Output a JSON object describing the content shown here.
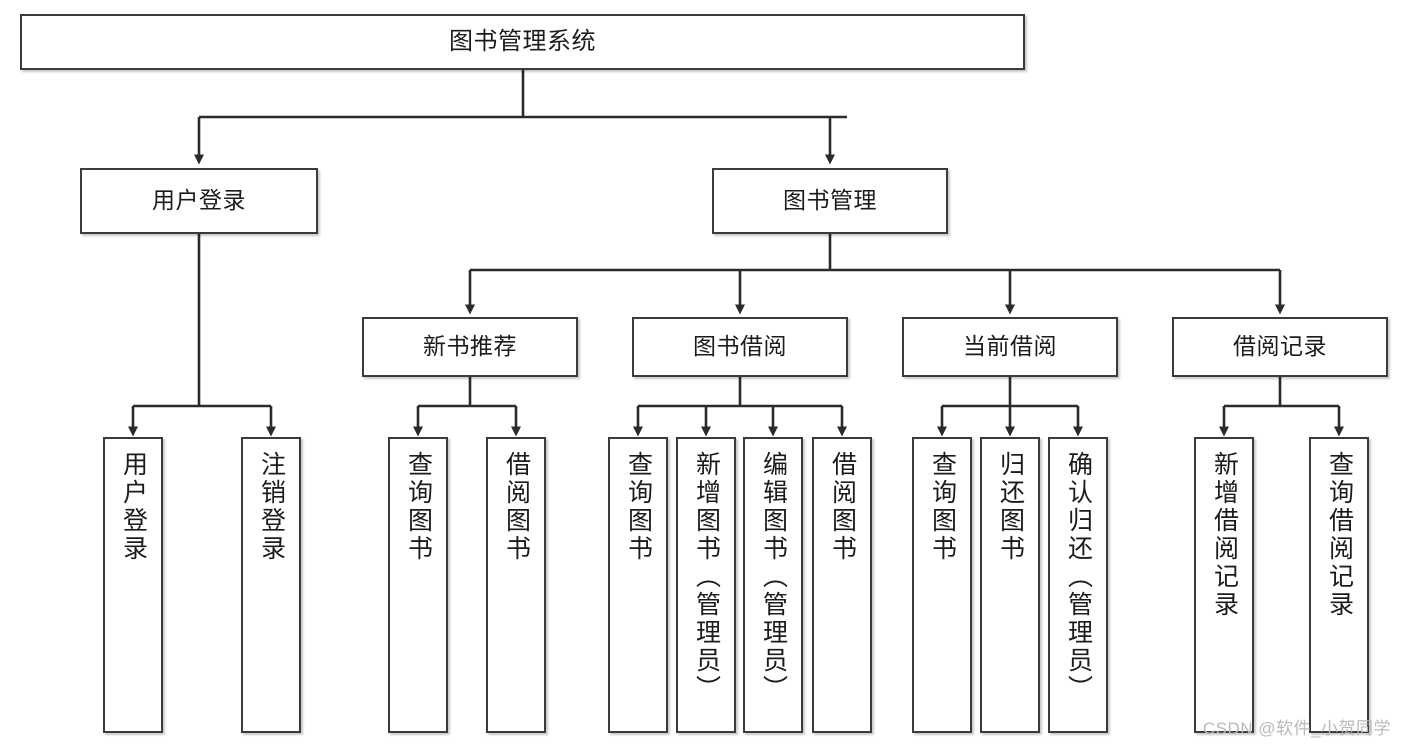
{
  "diagram": {
    "title": "图书管理系统",
    "type": "hierarchy-tree",
    "background_color": "#ffffff",
    "node_border_color": "#3b3b3b",
    "node_fill_color": "#ffffff",
    "edge_color": "#2b2b2b",
    "levels": 4
  },
  "nodes": {
    "root": {
      "label": "图书管理系统"
    },
    "level2": [
      {
        "label": "用户登录"
      },
      {
        "label": "图书管理"
      }
    ],
    "level3": [
      {
        "label": "新书推荐"
      },
      {
        "label": "图书借阅"
      },
      {
        "label": "当前借阅"
      },
      {
        "label": "借阅记录"
      }
    ],
    "leaves": {
      "user_login": [
        {
          "label": "用户登录"
        },
        {
          "label": "注销登录"
        }
      ],
      "new_book_recommend": [
        {
          "label": "查询图书"
        },
        {
          "label": "借阅图书"
        }
      ],
      "book_borrow": [
        {
          "label": "查询图书"
        },
        {
          "label": "新增图书（管理员）"
        },
        {
          "label": "编辑图书（管理员）"
        },
        {
          "label": "借阅图书"
        }
      ],
      "current_borrow": [
        {
          "label": "查询图书"
        },
        {
          "label": "归还图书"
        },
        {
          "label": "确认归还（管理员）"
        }
      ],
      "borrow_record": [
        {
          "label": "新增借阅记录"
        },
        {
          "label": "查询借阅记录"
        }
      ]
    }
  },
  "watermark": {
    "text": "CSDN @软件_小贺同学"
  }
}
